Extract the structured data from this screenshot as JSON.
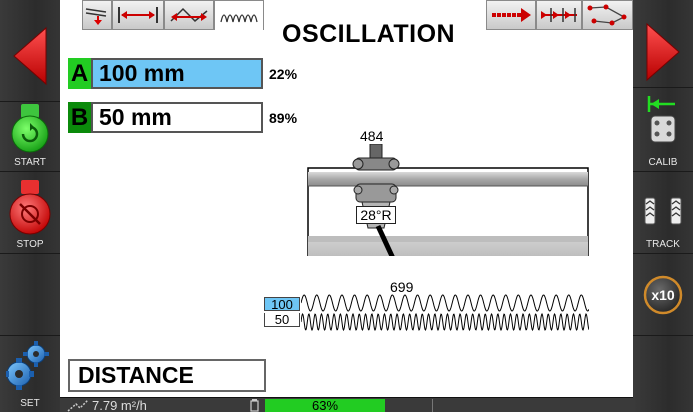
{
  "header": {
    "title": "OSCILLATION",
    "tabs_left": [
      "tab-wind",
      "tab-width",
      "tab-wave-angle",
      "tab-oscillation"
    ],
    "tabs_right": [
      "tab-linear",
      "tab-steps",
      "tab-path"
    ]
  },
  "params": {
    "a": {
      "letter": "A",
      "value": "100 mm",
      "percent": "22%"
    },
    "b": {
      "letter": "B",
      "value": "50 mm",
      "percent": "89%"
    }
  },
  "diagram": {
    "top_value": "484",
    "angle_label": "28°R",
    "bottom_value": "699",
    "wave_a_label": "100",
    "wave_b_label": "50"
  },
  "distance_label": "DISTANCE",
  "status": {
    "area_rate": "7.79 m²/h",
    "progress_text": "63%",
    "progress": 0.63
  },
  "left_bar": {
    "start_label": "START",
    "stop_label": "STOP",
    "set_label": "SET"
  },
  "right_bar": {
    "calib_label": "CALIB",
    "track_label": "TRACK",
    "zoom_label": "x10"
  },
  "colors": {
    "accent_red": "#e02222",
    "accent_green": "#22cc22",
    "field_blue": "#6ec6f5",
    "letter_a": "#22cc22",
    "letter_b": "#0b8a0b"
  }
}
